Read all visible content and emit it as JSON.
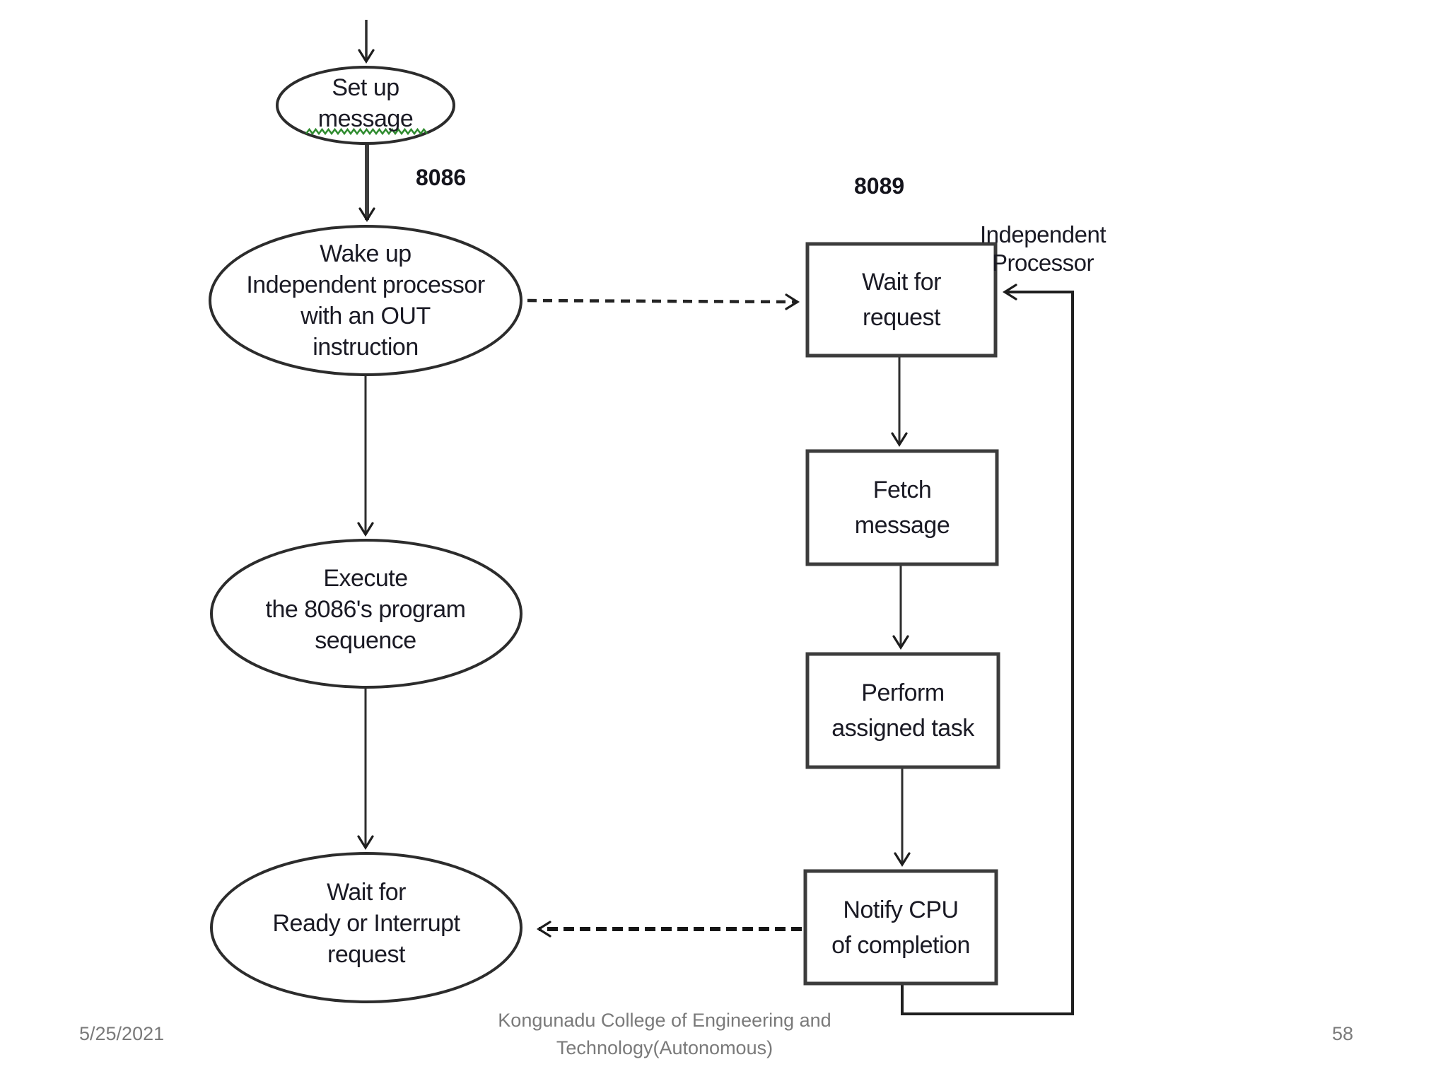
{
  "diagram": {
    "cpu": {
      "label": "8086",
      "nodes": [
        {
          "id": "setup-message",
          "shape": "ellipse",
          "lines": [
            "Set up",
            "message"
          ]
        },
        {
          "id": "wake-up-iop",
          "shape": "ellipse",
          "lines": [
            "Wake up",
            "Independent processor",
            "with an OUT",
            "instruction"
          ]
        },
        {
          "id": "execute-program",
          "shape": "ellipse",
          "lines": [
            "Execute",
            "the 8086's program",
            "sequence"
          ]
        },
        {
          "id": "wait-ready",
          "shape": "ellipse",
          "lines": [
            "Wait for",
            "Ready or Interrupt",
            "request"
          ]
        }
      ]
    },
    "iop": {
      "label": "8089",
      "side_label": {
        "lines": [
          "Independent",
          "Processor"
        ]
      },
      "nodes": [
        {
          "id": "wait-request",
          "shape": "rect",
          "lines": [
            "Wait for",
            "request"
          ]
        },
        {
          "id": "fetch-message",
          "shape": "rect",
          "lines": [
            "Fetch",
            "message"
          ]
        },
        {
          "id": "perform-task",
          "shape": "rect",
          "lines": [
            "Perform",
            "assigned task"
          ]
        },
        {
          "id": "notify-cpu",
          "shape": "rect",
          "lines": [
            "Notify CPU",
            "of completion"
          ]
        }
      ]
    }
  },
  "footer": {
    "date": "5/25/2021",
    "institution": [
      "Kongunadu College of Engineering and",
      "Technology(Autonomous)"
    ],
    "page_number": "58"
  },
  "colors": {
    "ellipse_stroke": "#2c2c2c",
    "box_stroke": "#3c3c3c",
    "connector": "#2e2e2e",
    "node_text": "#1a1a24",
    "footer_text": "#7a7a7a",
    "spellcheck_green": "#2e8b2e"
  }
}
